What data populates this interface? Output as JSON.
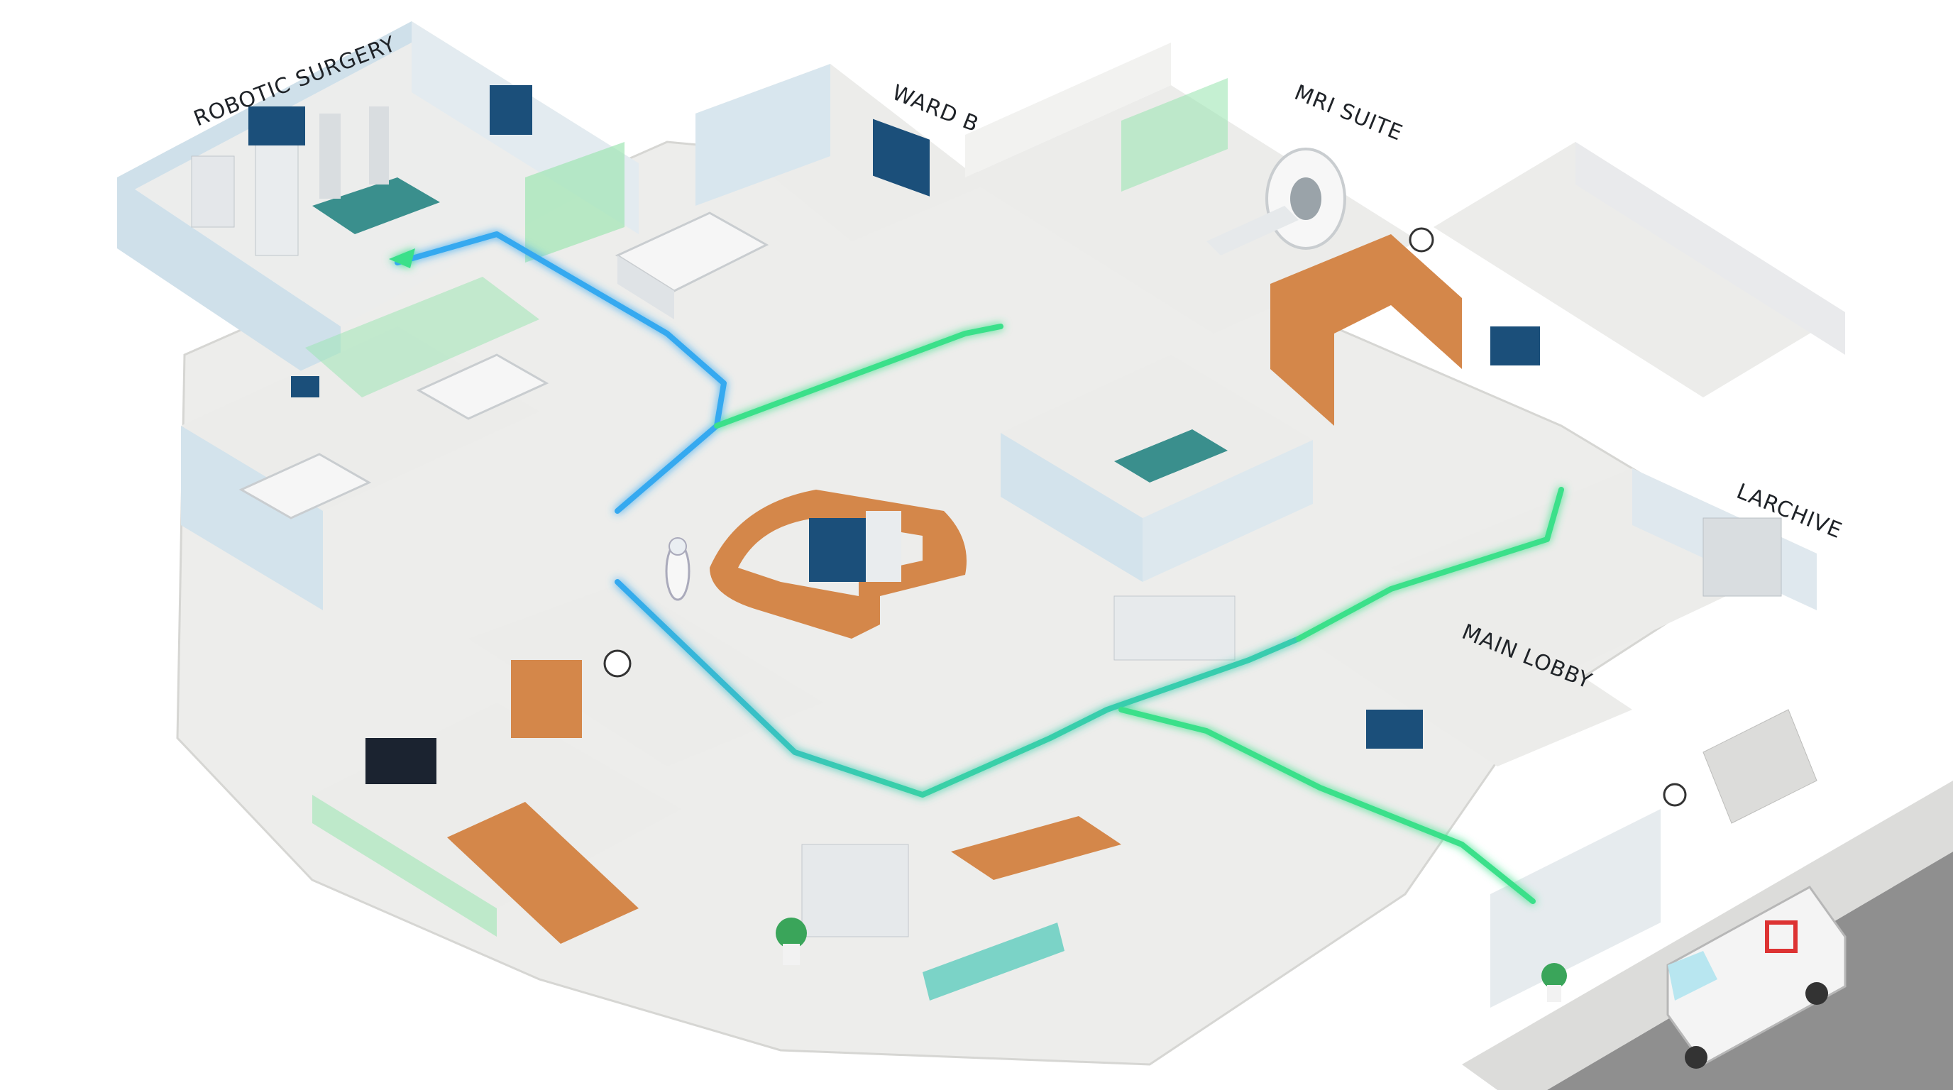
{
  "labels": {
    "robotic_surgery": "ROBOTIC SURGERY",
    "ward_b": "WARD B",
    "mri_suite": "MRI SUITE",
    "archive": "LARCHIVE",
    "main_lobby": "MAIN LOBBY"
  },
  "colors": {
    "floor": "#ededeb",
    "wall_blue": "#cfe0ea",
    "wall_white": "#f4f4f2",
    "wall_top": "#fafafa",
    "glass_green": "#9fe6b4",
    "wood": "#d4874a",
    "path_blue": "#35a9f0",
    "path_green": "#3be08a",
    "screen": "#1b4f7a",
    "street": "#8f8f8f"
  },
  "icons": [
    "clock-icon",
    "plant-icon",
    "ambulance-icon",
    "robot-icon",
    "bed-icon",
    "monitor-icon",
    "mri-scanner-icon",
    "stairs-icon"
  ]
}
